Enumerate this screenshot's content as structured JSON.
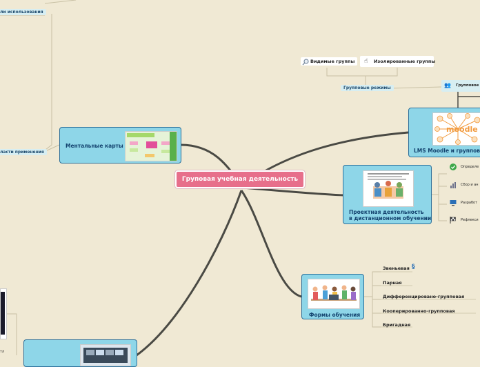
{
  "central": "Груповая учебная деятельность",
  "topics": {
    "mind_maps": "Ментальные карты",
    "lms": "LMS Moodle и групповая",
    "project": "Проектная деятельность\nв дистанционном обучении",
    "forms": "Формы обучения"
  },
  "left_labels": {
    "usage": "ли использования",
    "areas": "ласти применения",
    "bottom_left": "тл"
  },
  "group_modes": {
    "label": "Групповые режимы",
    "visible": "Видимые группы",
    "isolated": "Изолированные группы",
    "group_right": "Групповое"
  },
  "project_items": [
    "Определе",
    "Сбор и ан",
    "Разработ",
    "Рефлекси"
  ],
  "form_items": [
    "Звеньевая",
    "Парная",
    "Дифференцировано-групповая",
    "Кооперированно-групповая",
    "Бригадная"
  ],
  "colors": {
    "background": "#f0e9d4",
    "topic": "#8ed6e8",
    "central": "#e76f8b",
    "branch": "#4a4a44"
  }
}
